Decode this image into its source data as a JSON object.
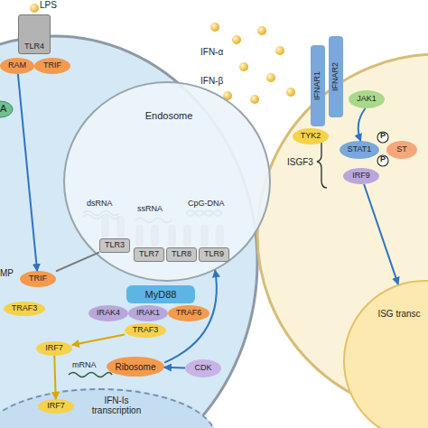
{
  "diagram": {
    "nodes": [
      {
        "text": [
          "RAM"
        ]
      },
      {
        "text": [
          "TRIF"
        ]
      },
      {
        "text": [
          "TLR4"
        ]
      },
      {
        "text": [
          "Endosome"
        ]
      },
      {
        "text": [
          "TLR3"
        ],
        "in": 3
      },
      {
        "text": [
          "TLR7"
        ],
        "in": 3
      },
      {
        "text": [
          "TLR8"
        ],
        "in": 3
      },
      {
        "text": [
          "TLR9"
        ],
        "in": 3
      },
      {
        "text": [
          "TRIF"
        ]
      },
      {
        "text": [
          "TRAF3"
        ]
      },
      {
        "text": [
          "MyD88"
        ]
      },
      {
        "text": [
          "IRAK4"
        ]
      },
      {
        "text": [
          "IRAK1"
        ]
      },
      {
        "text": [
          "TRAF6"
        ]
      },
      {
        "text": [
          "TRAF3"
        ]
      },
      {
        "text": [
          "IRF7"
        ]
      },
      {
        "text": [
          "Ribosome"
        ]
      },
      {
        "text": [
          "CDK"
        ]
      },
      {
        "text": [
          "IFN-Is transcription"
        ]
      },
      {
        "text": [
          "IRF7"
        ],
        "in": 18
      },
      {
        "text": [
          "IFNAR1"
        ]
      },
      {
        "text": [
          "IFNAR2"
        ]
      },
      {
        "text": [
          "JAK1"
        ]
      },
      {
        "text": [
          "TYK2"
        ]
      },
      {
        "text": [
          "STAT1"
        ]
      },
      {
        "text": [
          "ST"
        ]
      },
      {
        "text": [
          "IRF9"
        ]
      },
      {
        "text": [
          "ISG transc"
        ]
      }
    ],
    "edges": [
      {
        "from": 0,
        "to": 8,
        "arrow": "to"
      },
      {
        "from": 4,
        "to": 8,
        "arrow": "none"
      },
      {
        "from": 14,
        "to": 15,
        "arrow": "to"
      },
      {
        "from": 17,
        "to": 16,
        "arrow": "to"
      },
      {
        "from": 16,
        "to": 3,
        "arrow": "to"
      },
      {
        "from": 15,
        "to": 19,
        "arrow": "to"
      },
      {
        "from": 22,
        "to": 24,
        "arrow": "to"
      },
      {
        "from": 26,
        "to": 27,
        "arrow": "to"
      }
    ],
    "labels": [
      "LPS",
      "A",
      "dsRNA",
      "ssRNA",
      "CpG-DNA",
      "MP",
      "mRNA",
      "IFN-α",
      "IFN-β",
      "ISGF3",
      "P",
      "P"
    ]
  }
}
